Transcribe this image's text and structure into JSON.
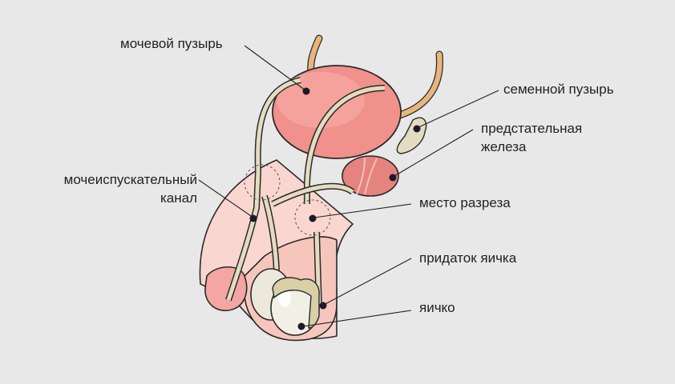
{
  "diagram": {
    "background": "#e8e8e8",
    "colors": {
      "bladder": "#f0918c",
      "bladder_light": "#f6aaa4",
      "ureter": "#e8b57c",
      "vas_deferens": "#e4dcc0",
      "prostate": "#e5837f",
      "skin": "#f9d6cf",
      "glans": "#f4a6a2",
      "testis": "#f2efe6",
      "epididymis": "#d9d0a8",
      "outline": "#2a2a2a"
    },
    "labels": {
      "bladder": "мочевой пузырь",
      "seminal_vesicle": "семенной пузырь",
      "prostate_line1": "предстательная",
      "prostate_line2": "железа",
      "urethra_line1": "мочеиспускательный",
      "urethra_line2": "канал",
      "incision_site": "место разреза",
      "epididymis": "придаток яичка",
      "testis": "яичко"
    }
  }
}
